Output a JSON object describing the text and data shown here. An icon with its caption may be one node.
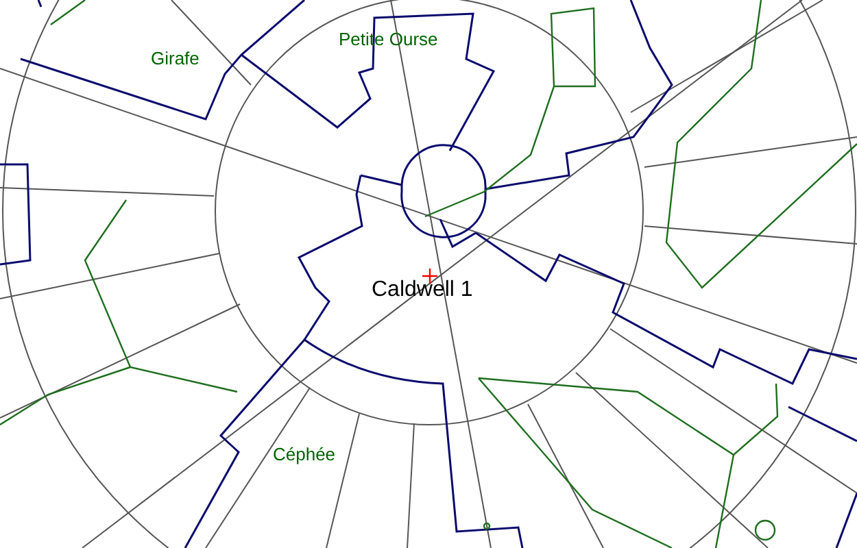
{
  "diagram": {
    "labels": [
      "Petite Ourse",
      "Girafe",
      "Caldwell 1",
      "Céphée"
    ]
  }
}
